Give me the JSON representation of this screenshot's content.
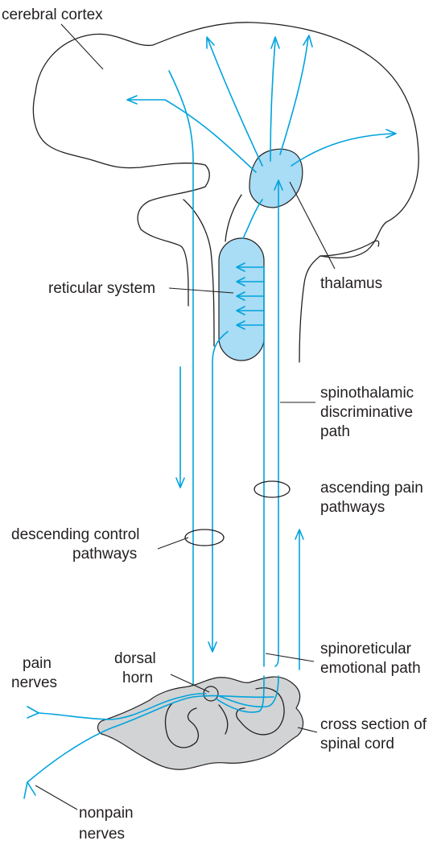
{
  "colors": {
    "pathway": "#00a3dd",
    "region_fill": "#a9dcf5",
    "cord_fill": "#d1d3d4",
    "outline": "#231f20"
  },
  "labels": {
    "cerebral_cortex": "cerebral cortex",
    "thalamus": "thalamus",
    "reticular_system": "reticular system",
    "spinothalamic_1": "spinothalamic",
    "spinothalamic_2": "discriminative",
    "spinothalamic_3": "path",
    "ascending_1": "ascending pain",
    "ascending_2": "pathways",
    "descending_1": "descending control",
    "descending_2": "pathways",
    "spinoreticular_1": "spinoreticular",
    "spinoreticular_2": "emotional path",
    "dorsal_1": "dorsal",
    "dorsal_2": "horn",
    "pain_1": "pain",
    "pain_2": "nerves",
    "cross_1": "cross section of",
    "cross_2": "spinal cord",
    "nonpain_1": "nonpain",
    "nonpain_2": "nerves"
  }
}
